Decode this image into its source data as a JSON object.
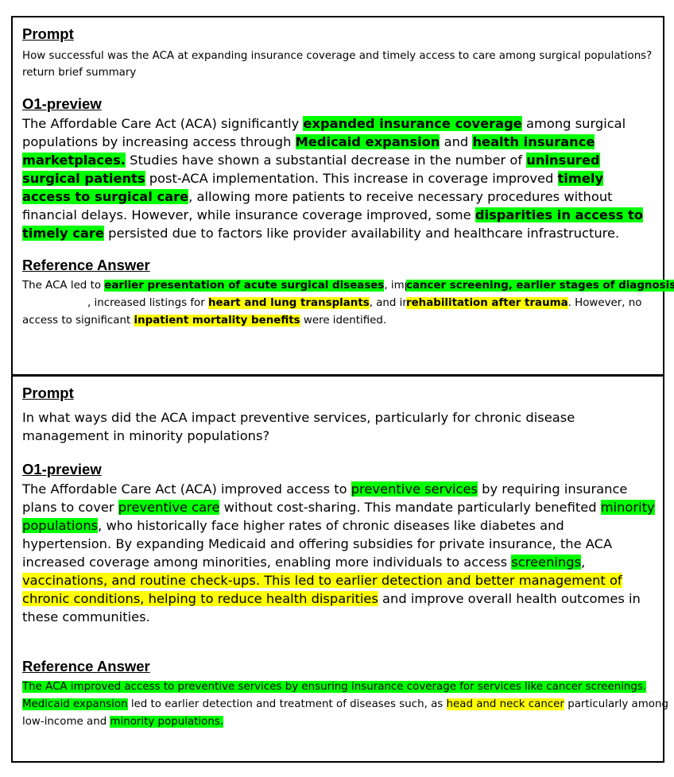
{
  "panels": [
    {
      "prompt_heading": "Prompt",
      "prompt_text": "How successful was the ACA at expanding insurance coverage and timely access to care among surgical populations? return brief summary",
      "model_heading": "O1-preview",
      "model_answer": {
        "s1": "The Affordable Care Act (ACA) significantly ",
        "s1_hl": "expanded insurance coverage",
        "s2": " among surgical populations by increasing access through ",
        "s2_hl": "Medicaid expansion",
        "s3": " and ",
        "s3_hl": "health insurance marketplaces.",
        "s4": " Studies have shown a substantial decrease in the number of ",
        "s4_hl": "uninsured surgical patients",
        "s5": " post-ACA implementation. This increase in coverage improved ",
        "s5_hl": "timely access to surgical care",
        "s6": ", allowing more patients to receive necessary procedures without financial delays. However, while insurance coverage improved, some ",
        "s6_hl": "disparities in access to timely care",
        "s7": " persisted due to factors like provider availability and healthcare infrastructure."
      },
      "reference_heading": "Reference Answer",
      "reference_answer": {
        "l1a": "The ACA led to ",
        "l1b": "earlier presentation of acute surgical diseases",
        "l1c": ", improved",
        "l1d": "cancer screening",
        "l1e": ", ",
        "l1f": "earlier stages of diagnosis",
        "l2a": ", increased listings for ",
        "l2b": "heart and lung transplants",
        "l2c": ", and increased",
        "l2d": "rehabilitation after trauma",
        "l2e": ". However, no",
        "l3a": "access to significant ",
        "l3b": "inpatient mortality benefits",
        "l3c": " were identified."
      }
    },
    {
      "prompt_heading": "Prompt",
      "prompt_text": "In what ways did the ACA impact preventive services, particularly for chronic disease management in minority populations?",
      "model_heading": "O1-preview",
      "model_answer": {
        "s1": "The Affordable Care Act (ACA) improved access to ",
        "s1_hl": "preventive services",
        "s2": " by requiring insurance plans to cover ",
        "s2_hl": "preventive care",
        "s3": " without cost-sharing. This mandate particularly benefited ",
        "s3_hl": "minority populations",
        "s4": ", who historically face higher rates of chronic diseases like diabetes and hypertension. By expanding Medicaid and offering subsidies for private insurance, the ACA increased coverage among minorities, enabling more individuals to access ",
        "s4_hl": "screenings",
        "s5": ", ",
        "s5_hl": "vaccinations, and routine check-ups. This led to earlier detection and better management of chronic conditions, helping to reduce health disparities",
        "s6": " and improve overall health outcomes in these communities."
      },
      "reference_heading": "Reference Answer",
      "reference_answer": {
        "l1": "The ACA improved access to preventive services by ensuring insurance coverage for services like cancer screenings.",
        "l2a": "Medicaid expansion",
        "l2b": " led to earlier detection and treatment of diseases such, as ",
        "l2c": "head and neck cancer",
        "l2d": " particularly among",
        "l3a": "low-income and ",
        "l3b": "minority populations."
      }
    }
  ],
  "highlight_colors": {
    "green": "#00ff00",
    "yellow": "#ffff00"
  }
}
